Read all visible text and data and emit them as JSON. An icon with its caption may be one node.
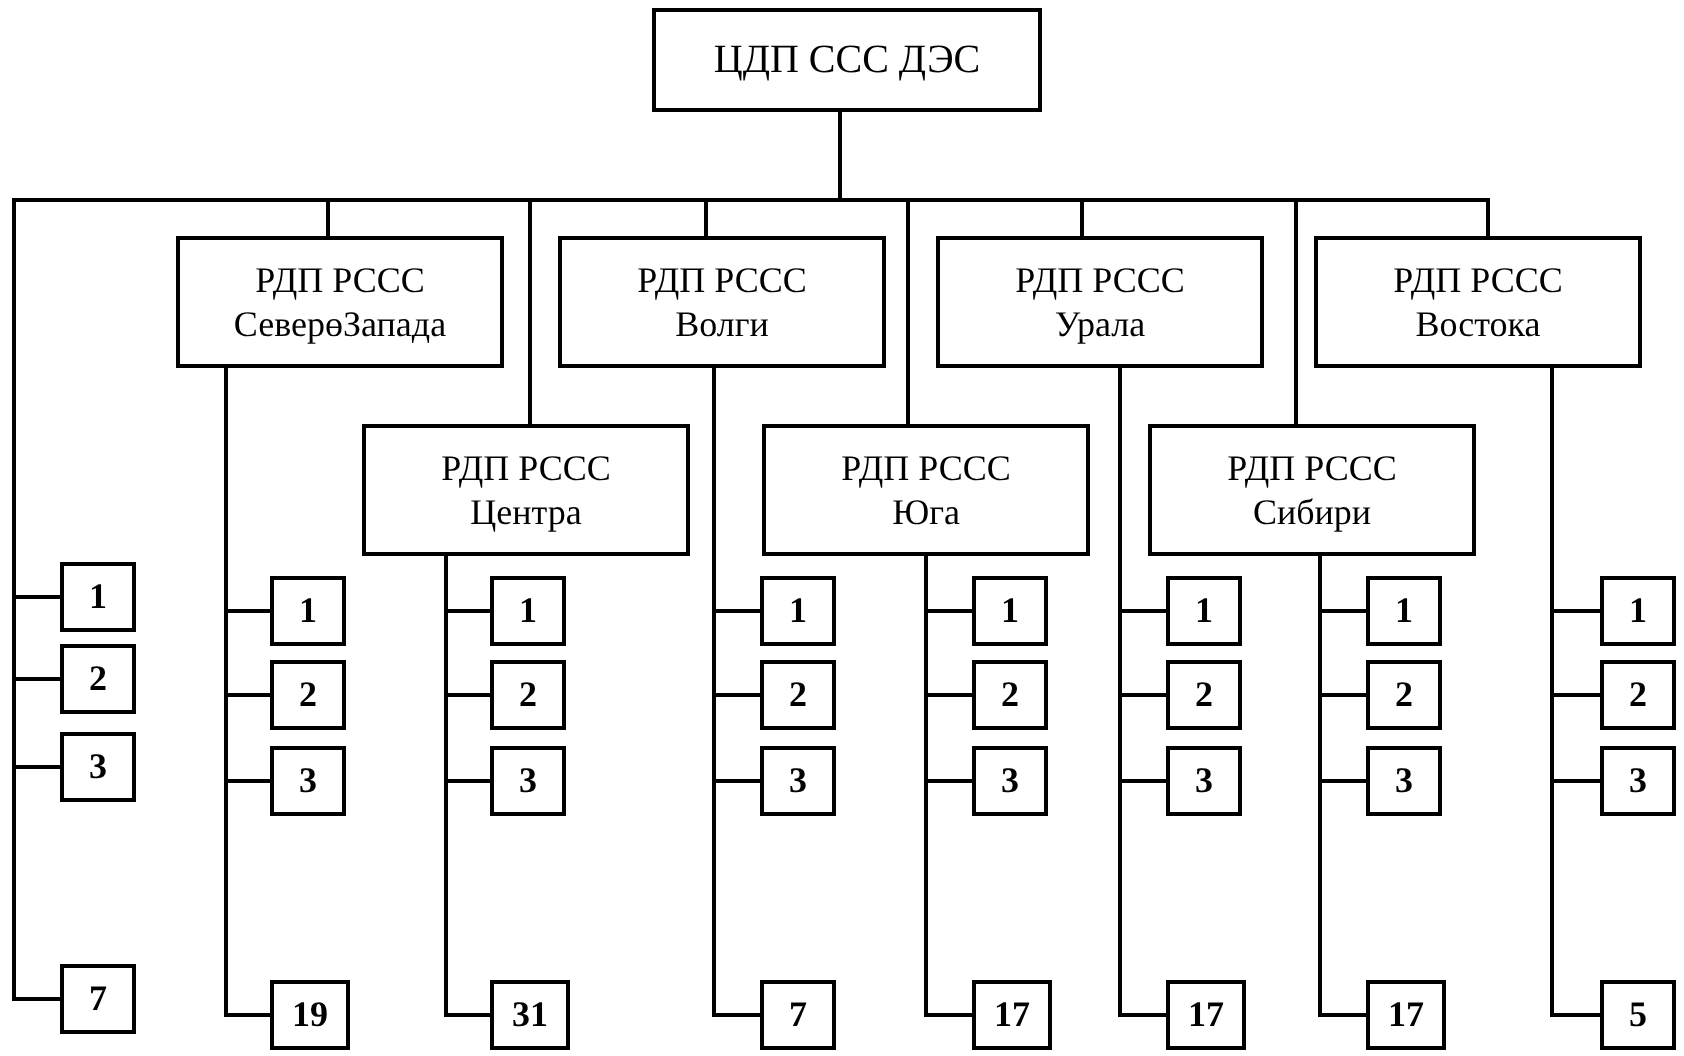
{
  "diagram": {
    "nodes": [
      {
        "text": [
          "ЦДП ССС ДЭС"
        ]
      },
      {
        "text": [
          "РДП РССС СеверөЗапада"
        ]
      },
      {
        "text": [
          "РДП РССС Волги"
        ]
      },
      {
        "text": [
          "РДП РССС Урала"
        ]
      },
      {
        "text": [
          "РДП РССС Востока"
        ]
      },
      {
        "text": [
          "РДП РССС Центра"
        ]
      },
      {
        "text": [
          "РДП РССС Юга"
        ]
      },
      {
        "text": [
          "РДП РССС Сибири"
        ]
      },
      {
        "text": [
          "1"
        ]
      },
      {
        "text": [
          "2"
        ]
      },
      {
        "text": [
          "3"
        ]
      },
      {
        "text": [
          "7"
        ]
      },
      {
        "text": [
          "1"
        ]
      },
      {
        "text": [
          "2"
        ]
      },
      {
        "text": [
          "3"
        ]
      },
      {
        "text": [
          "19"
        ]
      },
      {
        "text": [
          "1"
        ]
      },
      {
        "text": [
          "2"
        ]
      },
      {
        "text": [
          "3"
        ]
      },
      {
        "text": [
          "31"
        ]
      },
      {
        "text": [
          "1"
        ]
      },
      {
        "text": [
          "2"
        ]
      },
      {
        "text": [
          "3"
        ]
      },
      {
        "text": [
          "7"
        ]
      },
      {
        "text": [
          "1"
        ]
      },
      {
        "text": [
          "2"
        ]
      },
      {
        "text": [
          "3"
        ]
      },
      {
        "text": [
          "17"
        ]
      },
      {
        "text": [
          "1"
        ]
      },
      {
        "text": [
          "2"
        ]
      },
      {
        "text": [
          "3"
        ]
      },
      {
        "text": [
          "17"
        ]
      },
      {
        "text": [
          "1"
        ]
      },
      {
        "text": [
          "2"
        ]
      },
      {
        "text": [
          "3"
        ]
      },
      {
        "text": [
          "17"
        ]
      },
      {
        "text": [
          "1"
        ]
      },
      {
        "text": [
          "2"
        ]
      },
      {
        "text": [
          "3"
        ]
      },
      {
        "text": [
          "5"
        ]
      }
    ],
    "edges": [
      {
        "from": 0,
        "to": 1,
        "arrow": "none"
      },
      {
        "from": 0,
        "to": 2,
        "arrow": "none"
      },
      {
        "from": 0,
        "to": 3,
        "arrow": "none"
      },
      {
        "from": 0,
        "to": 4,
        "arrow": "none"
      },
      {
        "from": 0,
        "to": 5,
        "arrow": "none"
      },
      {
        "from": 0,
        "to": 6,
        "arrow": "none"
      },
      {
        "from": 0,
        "to": 7,
        "arrow": "none"
      },
      {
        "from": 0,
        "to": 8,
        "arrow": "none"
      },
      {
        "from": 0,
        "to": 9,
        "arrow": "none"
      },
      {
        "from": 0,
        "to": 10,
        "arrow": "none"
      },
      {
        "from": 0,
        "to": 11,
        "arrow": "none"
      },
      {
        "from": 1,
        "to": 12,
        "arrow": "none"
      },
      {
        "from": 1,
        "to": 13,
        "arrow": "none"
      },
      {
        "from": 1,
        "to": 14,
        "arrow": "none"
      },
      {
        "from": 1,
        "to": 15,
        "arrow": "none"
      },
      {
        "from": 5,
        "to": 16,
        "arrow": "none"
      },
      {
        "from": 5,
        "to": 17,
        "arrow": "none"
      },
      {
        "from": 5,
        "to": 18,
        "arrow": "none"
      },
      {
        "from": 5,
        "to": 19,
        "arrow": "none"
      },
      {
        "from": 2,
        "to": 20,
        "arrow": "none"
      },
      {
        "from": 2,
        "to": 21,
        "arrow": "none"
      },
      {
        "from": 2,
        "to": 22,
        "arrow": "none"
      },
      {
        "from": 2,
        "to": 23,
        "arrow": "none"
      },
      {
        "from": 6,
        "to": 24,
        "arrow": "none"
      },
      {
        "from": 6,
        "to": 25,
        "arrow": "none"
      },
      {
        "from": 6,
        "to": 26,
        "arrow": "none"
      },
      {
        "from": 6,
        "to": 27,
        "arrow": "none"
      },
      {
        "from": 3,
        "to": 28,
        "arrow": "none"
      },
      {
        "from": 3,
        "to": 29,
        "arrow": "none"
      },
      {
        "from": 3,
        "to": 30,
        "arrow": "none"
      },
      {
        "from": 3,
        "to": 31,
        "arrow": "none"
      },
      {
        "from": 7,
        "to": 32,
        "arrow": "none"
      },
      {
        "from": 7,
        "to": 33,
        "arrow": "none"
      },
      {
        "from": 7,
        "to": 34,
        "arrow": "none"
      },
      {
        "from": 7,
        "to": 35,
        "arrow": "none"
      },
      {
        "from": 4,
        "to": 36,
        "arrow": "none"
      },
      {
        "from": 4,
        "to": 37,
        "arrow": "none"
      },
      {
        "from": 4,
        "to": 38,
        "arrow": "none"
      },
      {
        "from": 4,
        "to": 39,
        "arrow": "none"
      }
    ]
  }
}
